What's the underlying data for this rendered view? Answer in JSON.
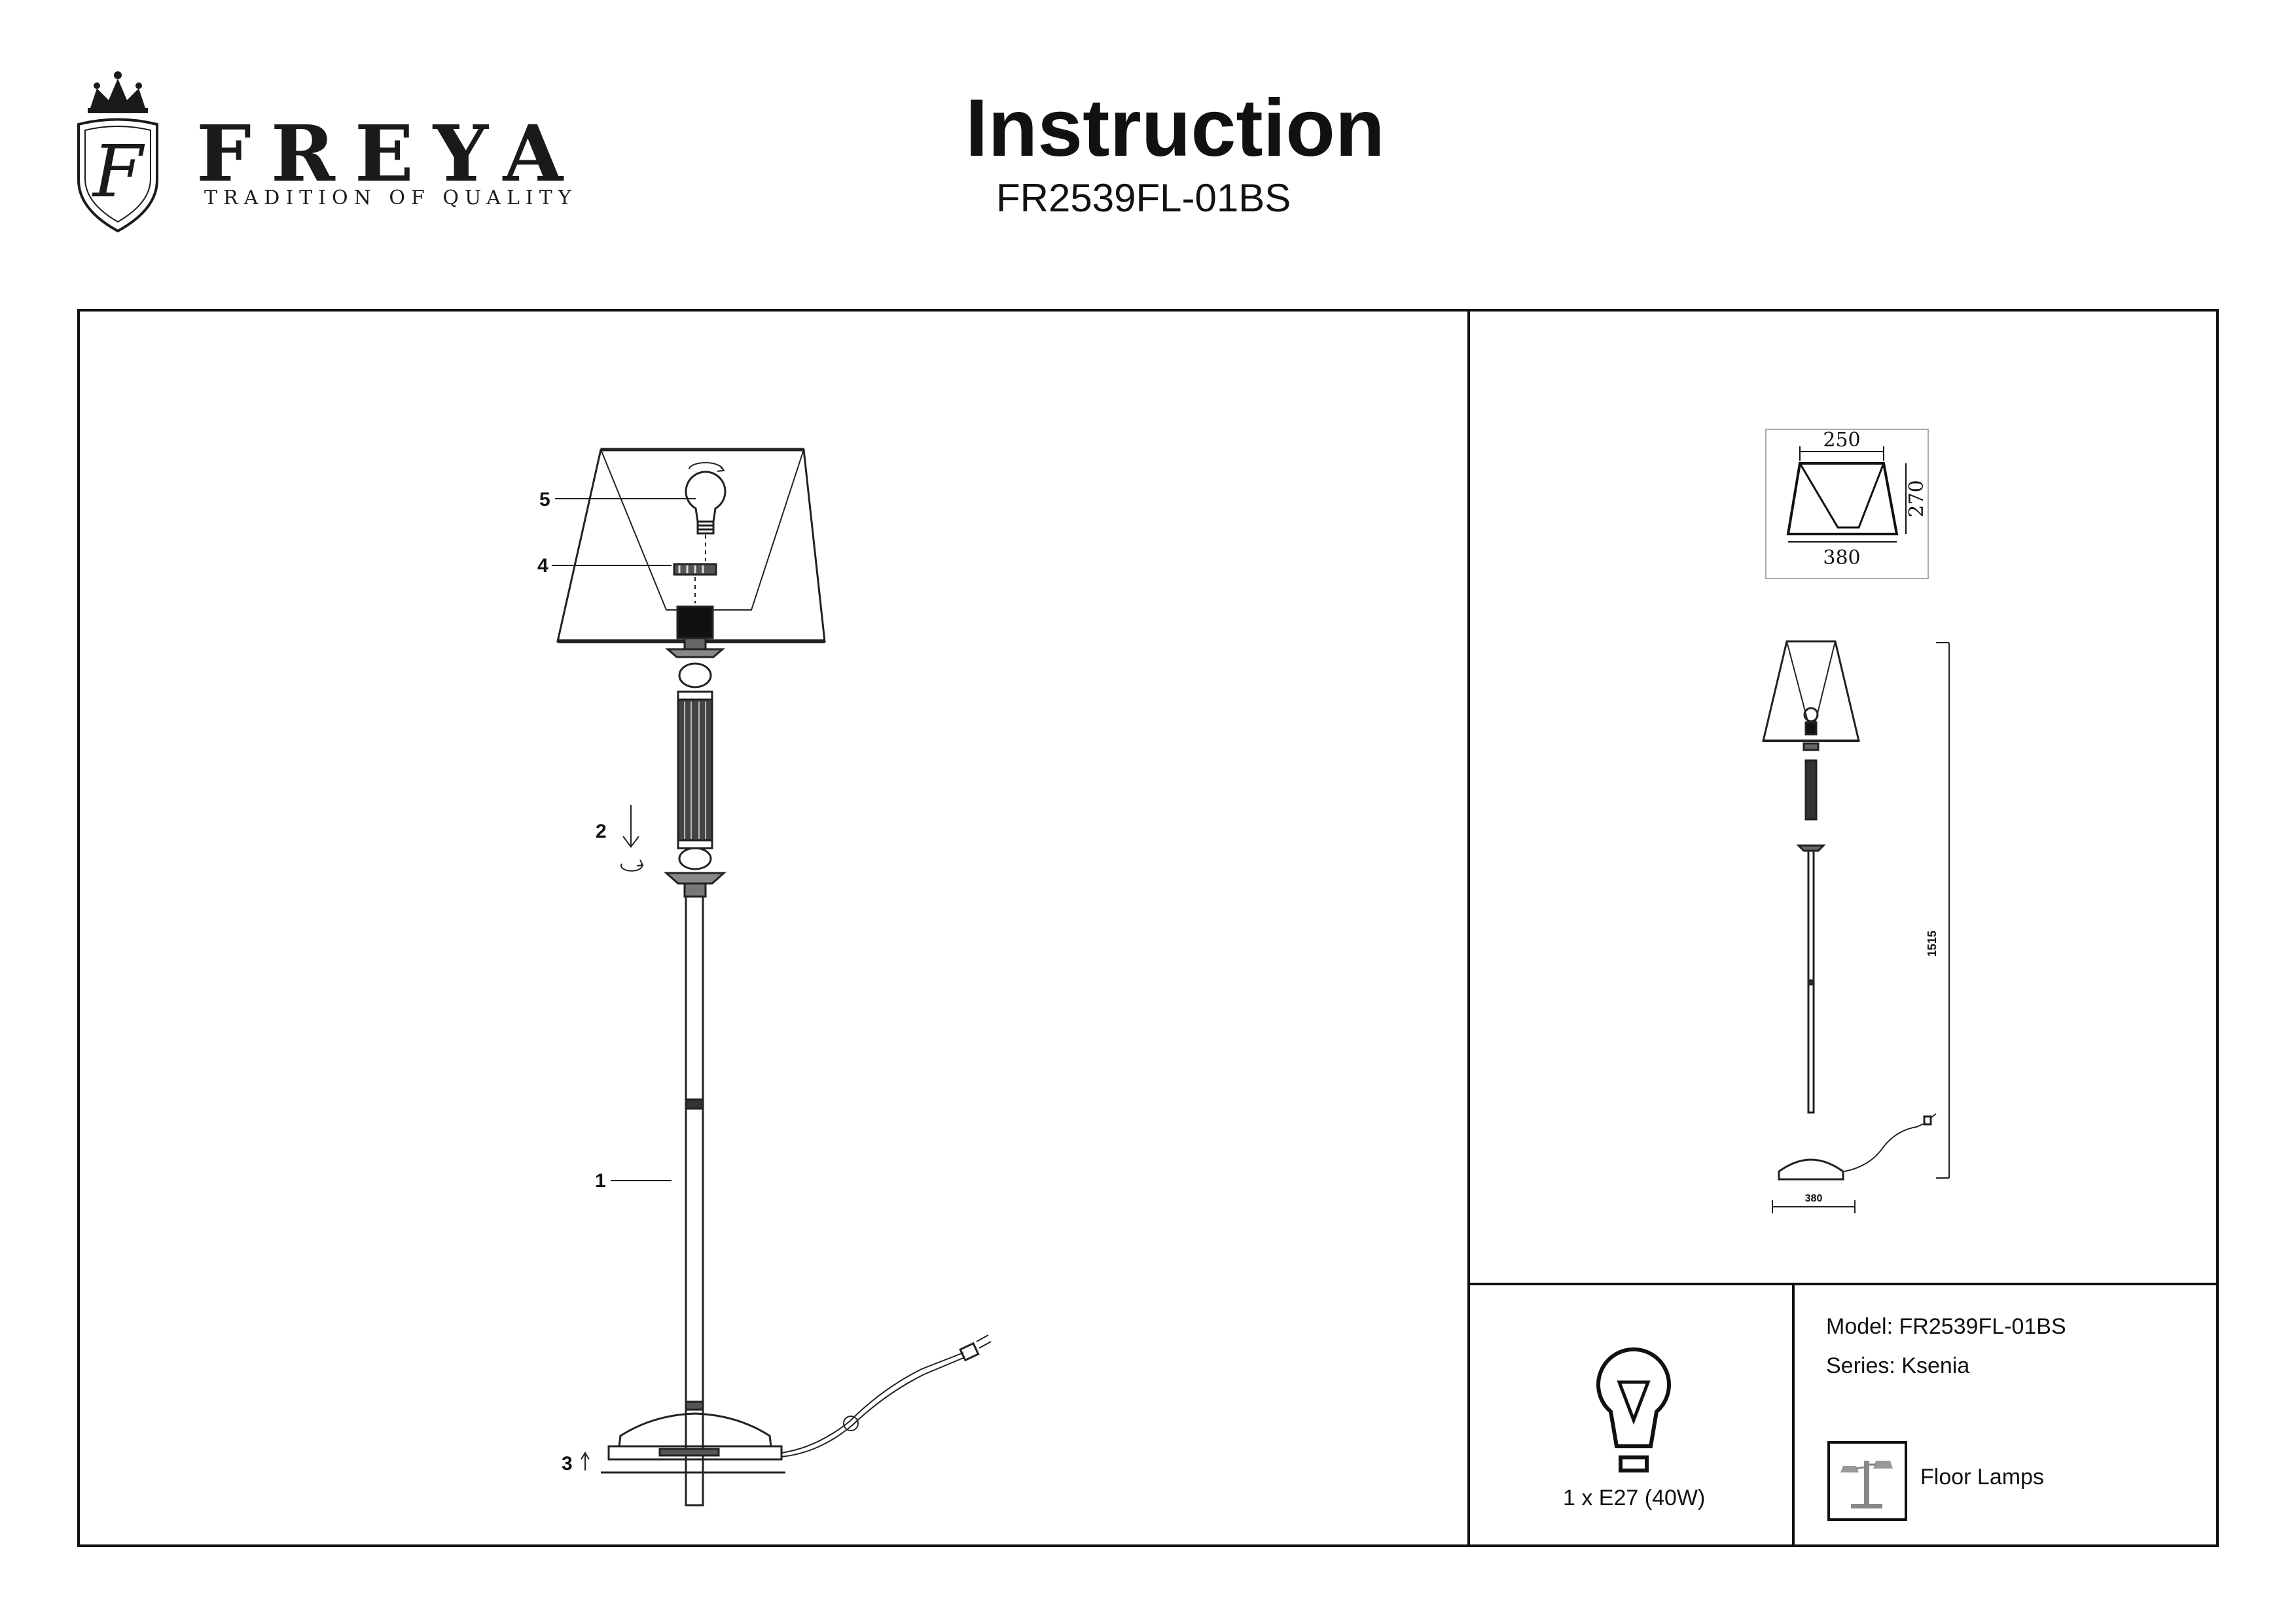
{
  "header": {
    "brand": "FREYA",
    "tagline": "TRADITION OF QUALITY",
    "title": "Instruction",
    "model_code": "FR2539FL-01BS"
  },
  "assembly": {
    "callouts": [
      {
        "number": "5",
        "part": "bulb"
      },
      {
        "number": "4",
        "part": "ring"
      },
      {
        "number": "2",
        "part": "upper-column"
      },
      {
        "number": "1",
        "part": "lower-column"
      },
      {
        "number": "3",
        "part": "base"
      }
    ]
  },
  "dimensions": {
    "shade_top": "250",
    "shade_height": "270",
    "shade_bottom": "380",
    "lamp_height": "1515",
    "base_width": "380"
  },
  "bulb": {
    "icon": "bulb-icon",
    "spec": "1 x E27 (40W)"
  },
  "product_info": {
    "model": "Model: FR2539FL-01BS",
    "series": "Series: Ksenia",
    "category_icon": "floor-lamps-icon",
    "category": "Floor Lamps"
  }
}
